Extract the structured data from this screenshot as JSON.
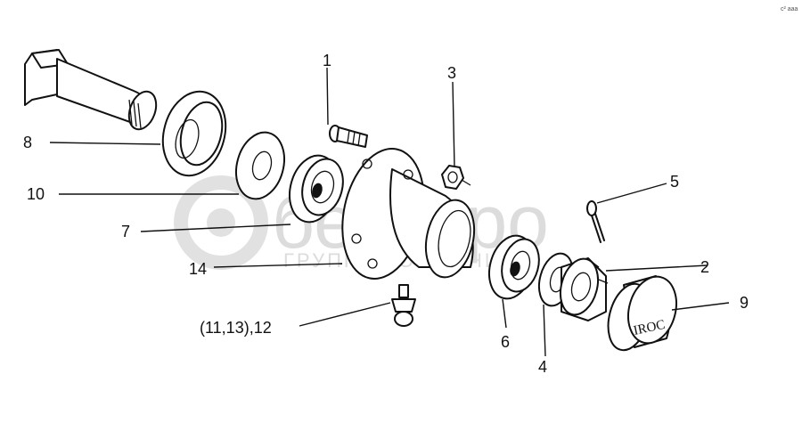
{
  "corner_text": "с² ааа",
  "watermark": {
    "brand": "белагро",
    "subtitle": "ГРУППА КОМПАНИЙ"
  },
  "callouts": [
    {
      "id": "1",
      "label": "1"
    },
    {
      "id": "2",
      "label": "2"
    },
    {
      "id": "3",
      "label": "3"
    },
    {
      "id": "4",
      "label": "4"
    },
    {
      "id": "5",
      "label": "5"
    },
    {
      "id": "6",
      "label": "6"
    },
    {
      "id": "7",
      "label": "7"
    },
    {
      "id": "8",
      "label": "8"
    },
    {
      "id": "9",
      "label": "9"
    },
    {
      "id": "10",
      "label": "10"
    },
    {
      "id": "12",
      "label": "(11,13),12"
    },
    {
      "id": "14",
      "label": "14"
    }
  ],
  "cap_marking": "IROC"
}
